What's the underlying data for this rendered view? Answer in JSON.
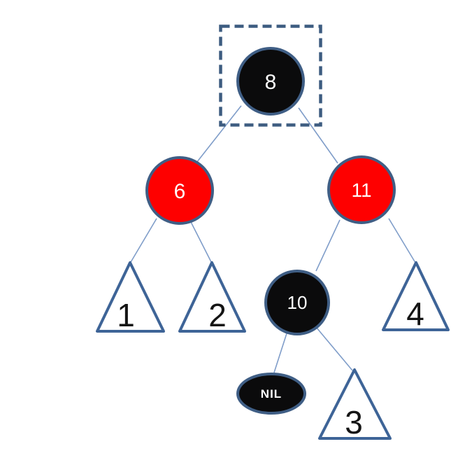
{
  "diagram": {
    "background": "#ffffff"
  },
  "colors": {
    "node_black": "#0b0b0c",
    "node_red": "#fe0000",
    "node_stroke": "#3f5e85",
    "edge": "#7f9dc9",
    "dashed_box": "#3d5c80",
    "triangle_stroke": "#3e6497",
    "triangle_fill": "#ffffff",
    "label_light": "#ffffff",
    "label_dark": "#141414"
  },
  "nodes": {
    "n8": {
      "label": "8",
      "color": "black",
      "selected": true
    },
    "n6": {
      "label": "6",
      "color": "red"
    },
    "n11": {
      "label": "11",
      "color": "red"
    },
    "n10": {
      "label": "10",
      "color": "black"
    },
    "nil": {
      "label": "NIL",
      "color": "black"
    },
    "t1": {
      "label": "1"
    },
    "t2": {
      "label": "2"
    },
    "t3": {
      "label": "3"
    },
    "t4": {
      "label": "4"
    }
  },
  "edges": [
    {
      "from": "8",
      "to": "6"
    },
    {
      "from": "8",
      "to": "11"
    },
    {
      "from": "6",
      "to": "1"
    },
    {
      "from": "6",
      "to": "2"
    },
    {
      "from": "11",
      "to": "10"
    },
    {
      "from": "11",
      "to": "4"
    },
    {
      "from": "10",
      "to": "NIL"
    },
    {
      "from": "10",
      "to": "3"
    }
  ]
}
